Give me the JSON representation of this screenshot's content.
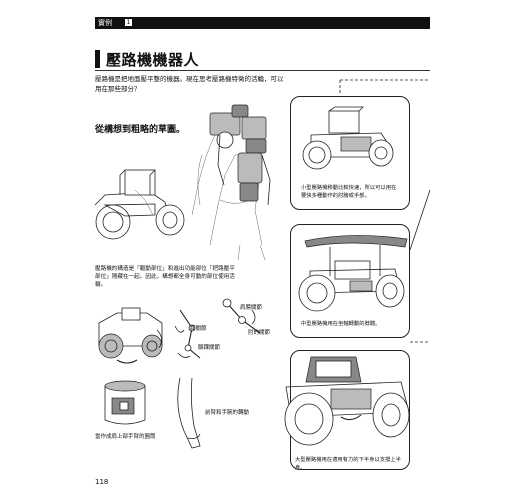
{
  "header": {
    "section": "實例",
    "chapter": "1"
  },
  "title": "壓路機機器人",
  "intro": "壓路機是把地面壓平整的機器。現在思考壓路機特徵的活輪，可以用在那些部分？",
  "subhead": "從構想到粗略的草圖。",
  "body_note": "壓路機的構造是「驅動部位」和進出功能部位「把路壓平部位」隱藏在一起。因此，構想都全身可動的部位使用活輪。",
  "labels": {
    "knee": "膝關節",
    "ankle": "腳踝關節",
    "hip": "肩膀關節",
    "elbow": "肘的關節",
    "arm": "前臂和手腕的轉動",
    "shoulder_guard": "當作成肩上部手臂的圓筒"
  },
  "panels": {
    "p1_caption": "小型壓路機移動比較快速，所以可以用在要快多種動作的肘膀或手部。",
    "p2_caption": "中型壓路機用在坐軸轉動的脖體。",
    "p3_caption": "大型壓路機用在適用有力的下半身以支撐上半身。"
  },
  "page_number": "118"
}
